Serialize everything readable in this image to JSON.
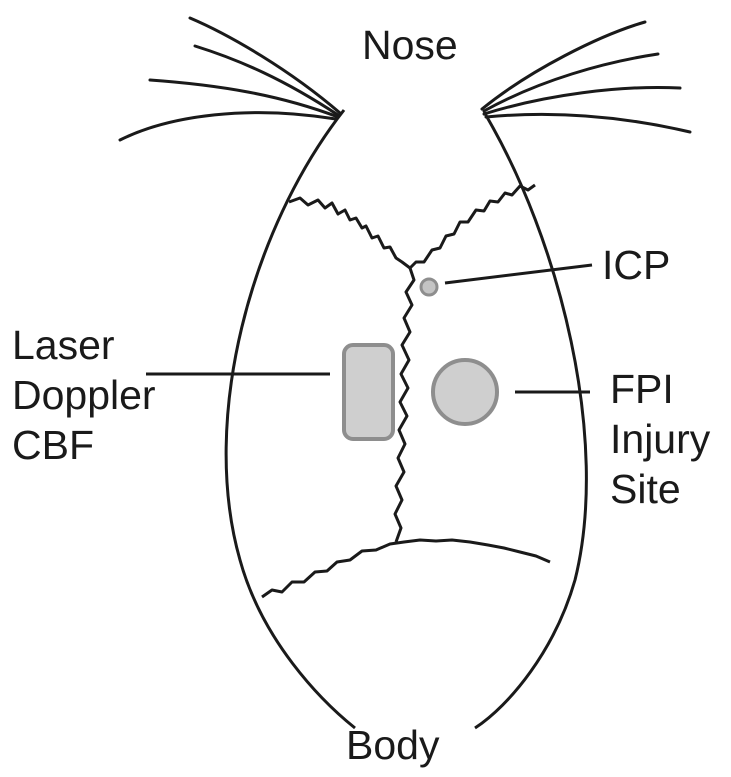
{
  "labels": {
    "top": "Nose",
    "bottom": "Body",
    "icp": "ICP",
    "laser": [
      "Laser",
      "Doppler",
      "CBF"
    ],
    "fpi": [
      "FPI",
      "Injury",
      "Site"
    ]
  },
  "colors": {
    "outline": "#1a1a1a",
    "marker_fill": "#cfcfcf",
    "marker_stroke": "#8e8e8e",
    "icp_fill": "#c4c4c4"
  }
}
